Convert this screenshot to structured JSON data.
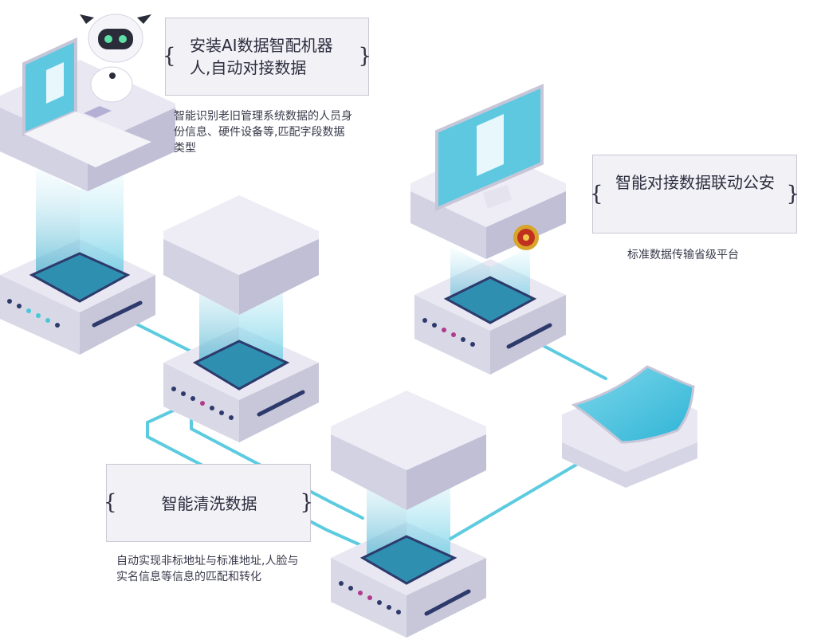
{
  "callouts": [
    {
      "id": "install",
      "title": "安装AI数据智配机器人,自动对接数据",
      "desc": "智能识别老旧管理系统数据的人员身份信息、硬件设备等,匹配字段数据类型"
    },
    {
      "id": "police",
      "title": "智能对接数据联动公安",
      "desc": "标准数据传输省级平台"
    },
    {
      "id": "clean",
      "title": "智能清洗数据",
      "desc": "自动实现非标地址与标准地址,人脸与实名信息等信息的匹配和转化"
    }
  ],
  "colors": {
    "accent": "#4fc3df",
    "top": "#e9e8f2",
    "left": "#c8c7da",
    "right": "#b3b2cc",
    "dot_blue": "#2d3a6b",
    "dot_teal": "#4ac7d9",
    "dot_pink": "#b03a8c",
    "callout_bg": "#f2f1f6"
  },
  "icons": [
    "laptop-icon",
    "robot-icon",
    "monitor-icon",
    "police-badge-icon",
    "shield-icon"
  ]
}
